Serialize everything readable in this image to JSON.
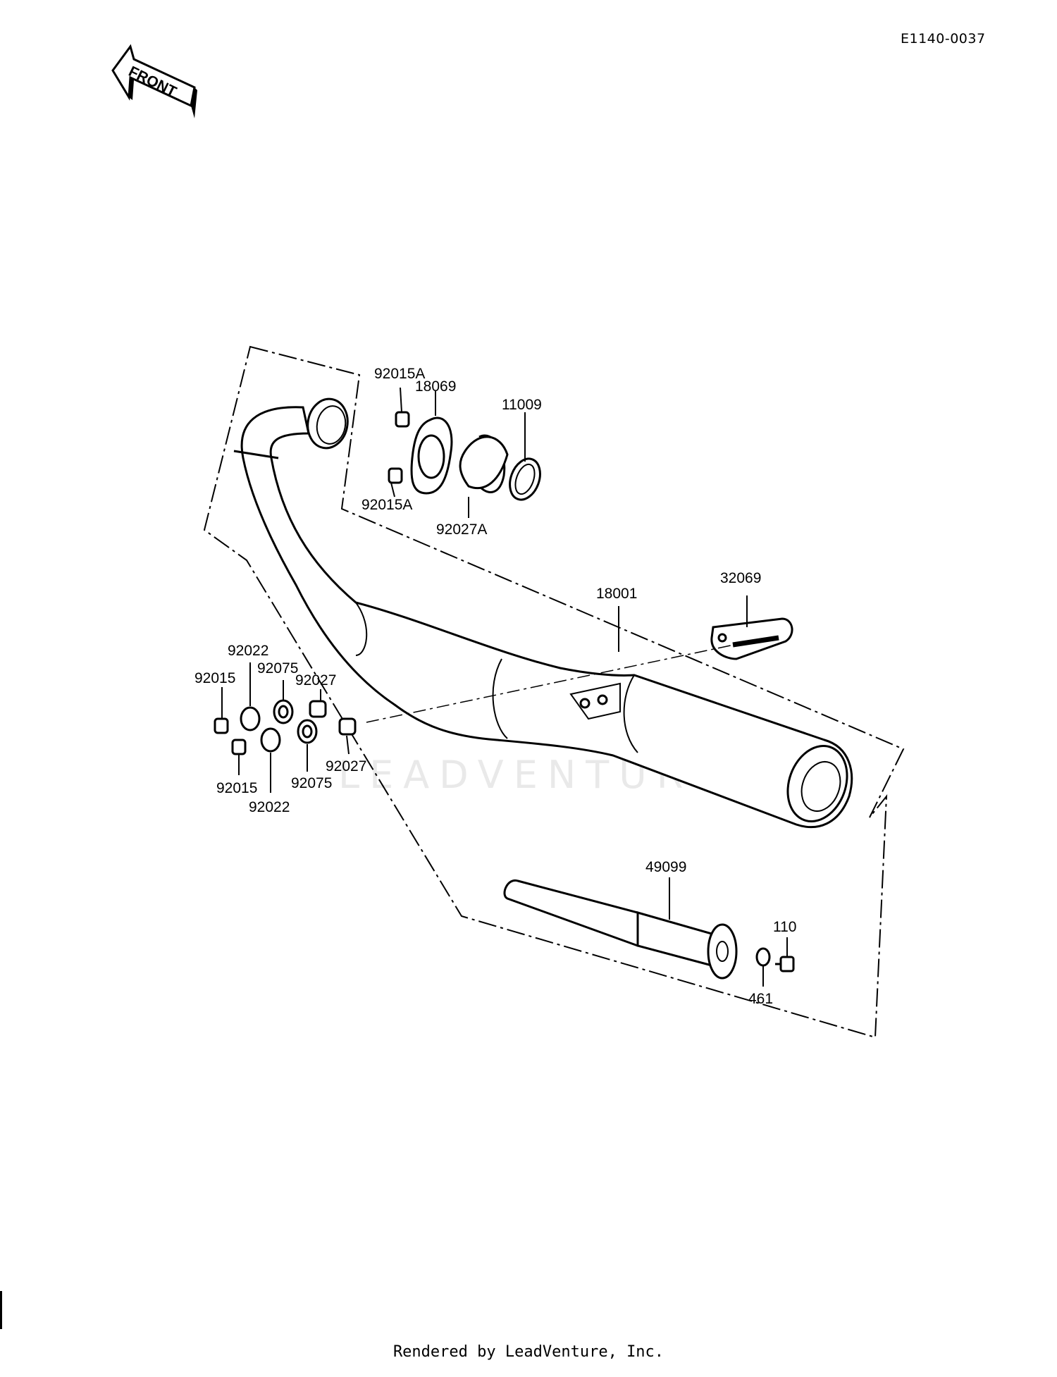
{
  "diagram_code": "E1140-0037",
  "front_arrow_label": "FRONT",
  "watermark": "LEADVENTURE",
  "footer": "Rendered by LeadVenture, Inc.",
  "parts": {
    "p92015A_top": "92015A",
    "p18069": "18069",
    "p11009": "11009",
    "p92015A_bottom": "92015A",
    "p92027A": "92027A",
    "p18001": "18001",
    "p32069": "32069",
    "p92022_top": "92022",
    "p92075_top": "92075",
    "p92015_top": "92015",
    "p92027_top": "92027",
    "p92027_bottom": "92027",
    "p92015_bottom": "92015",
    "p92075_bottom": "92075",
    "p92022_bottom": "92022",
    "p49099": "49099",
    "p110": "110",
    "p461": "461"
  }
}
